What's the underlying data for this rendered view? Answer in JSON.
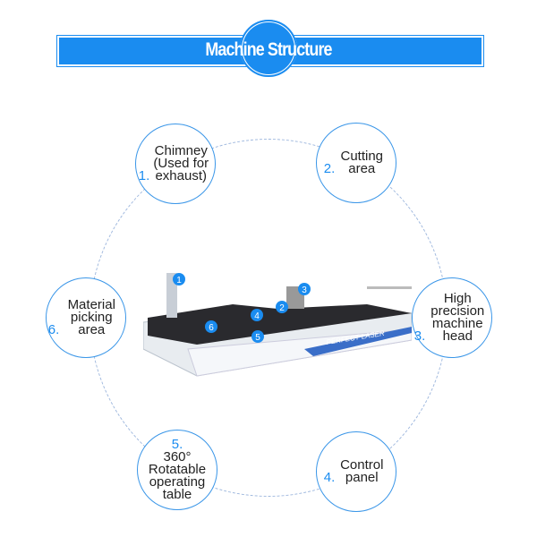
{
  "header": {
    "title": "Machine Structure",
    "accent": "#1a8cf0"
  },
  "parts": [
    {
      "num": "1.",
      "label": "Chimney (Used for exhaust)"
    },
    {
      "num": "2.",
      "label": "Cutting area"
    },
    {
      "num": "3.",
      "label": "High precision machine head"
    },
    {
      "num": "4.",
      "label": "Control panel"
    },
    {
      "num": "5.",
      "label": "360° Rotatable operating table"
    },
    {
      "num": "6.",
      "label": "Material picking area"
    }
  ],
  "machine": {
    "brand": "PERFECT LASER",
    "markers": [
      "1",
      "2",
      "3",
      "4",
      "5",
      "6"
    ]
  }
}
